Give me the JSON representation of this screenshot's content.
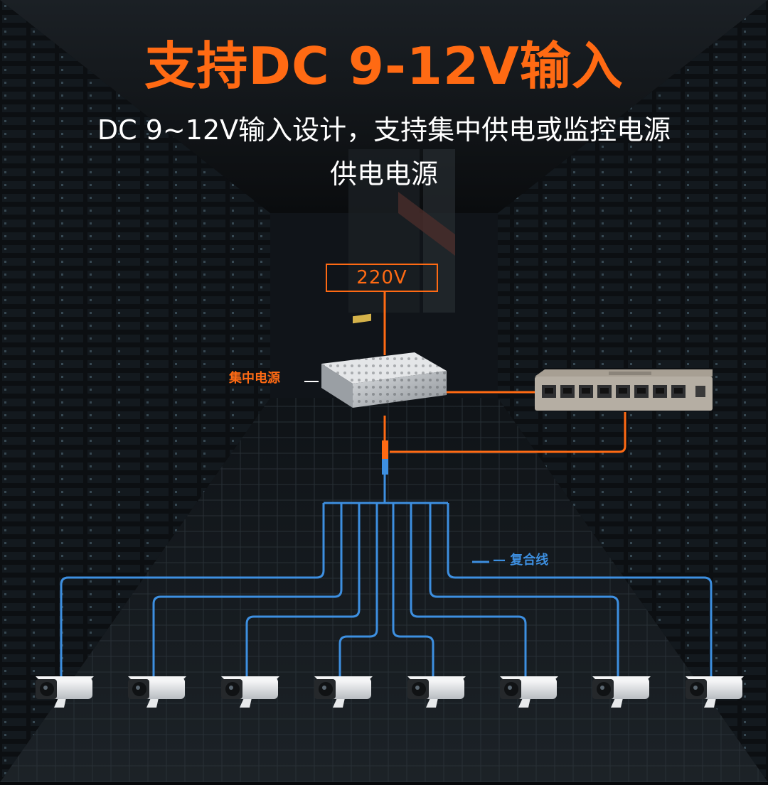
{
  "headline": "支持DC 9-12V输入",
  "subline_1": "DC 9~12V输入设计，支持集中供电或监控电源",
  "subline_2": "供电电源",
  "voltage_box_label": "220V",
  "power_supply_label": "集中电源",
  "composite_cable_label": "— 复合线",
  "colors": {
    "accent_orange": "#ff6a13",
    "cable_blue": "#3d8fe0",
    "text_white": "#ffffff",
    "background": "#07090b"
  },
  "icons": {
    "power_supply": "power-supply-unit-icon",
    "switch": "network-switch-icon",
    "camera": "bullet-camera-icon"
  },
  "camera_count": 8
}
